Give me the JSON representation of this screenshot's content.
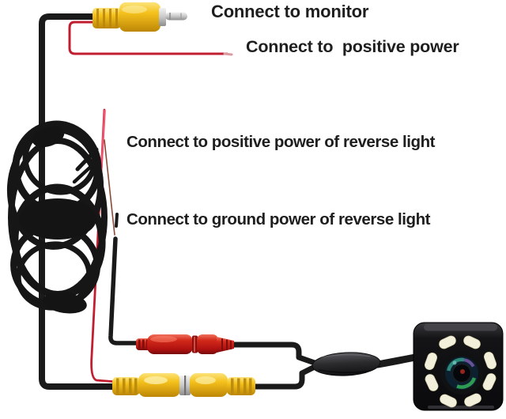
{
  "title": "Reverse camera wiring connection diagram",
  "labels": {
    "monitor": "Connect to monitor",
    "positive_power": "Connect to  positive power",
    "reverse_light_positive": "Connect to positive power of reverse light",
    "reverse_light_ground": "Connect to ground power of reverse light"
  },
  "components": {
    "monitor_plug": "yellow-rca-male-plug",
    "positive_power_lead": "red-wire-lead",
    "cable_coil": "coiled-black-video-cable",
    "reverse_positive_lead": "red-wire-to-reverse-light",
    "reverse_ground_lead": "black-wire-to-reverse-light-ground",
    "power_connector_pair": "red-power-connectors-mated",
    "video_connector_pair": "yellow-rca-connectors-mated",
    "y_splitter": "molded-y-splitter",
    "camera": "8-led-reverse-camera"
  },
  "colors": {
    "background": "#ffffff",
    "wire_black": "#1a1a1a",
    "wire_red": "#c11f31",
    "wire_red_bright": "#ef5570",
    "connector_yellow": "#f5c21d",
    "connector_red": "#d2291a",
    "metal_silver": "#c9c9c9",
    "led_white": "#f2efda",
    "text": "#1e1e1e"
  }
}
